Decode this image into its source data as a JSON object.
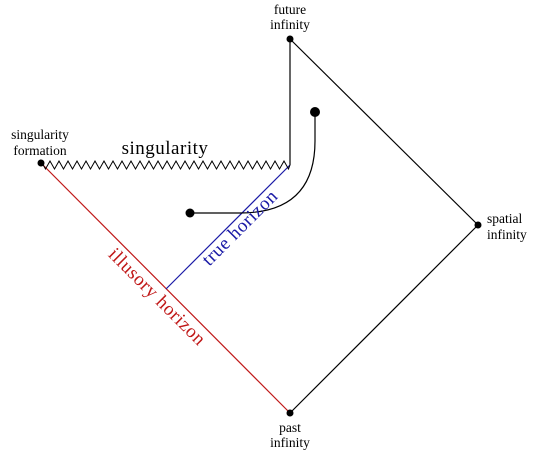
{
  "labels": {
    "future_line1": "future",
    "future_line2": "infinity",
    "spatial_line1": "spatial",
    "spatial_line2": "infinity",
    "past_line1": "past",
    "past_line2": "infinity",
    "formation_line1": "singularity",
    "formation_line2": "formation",
    "singularity": "singularity",
    "true_horizon": "true horizon",
    "illusory_horizon": "illusory horizon"
  },
  "colors": {
    "true_horizon": "#1a1aa6",
    "illusory_horizon": "#c01818",
    "boundary": "#000000"
  }
}
